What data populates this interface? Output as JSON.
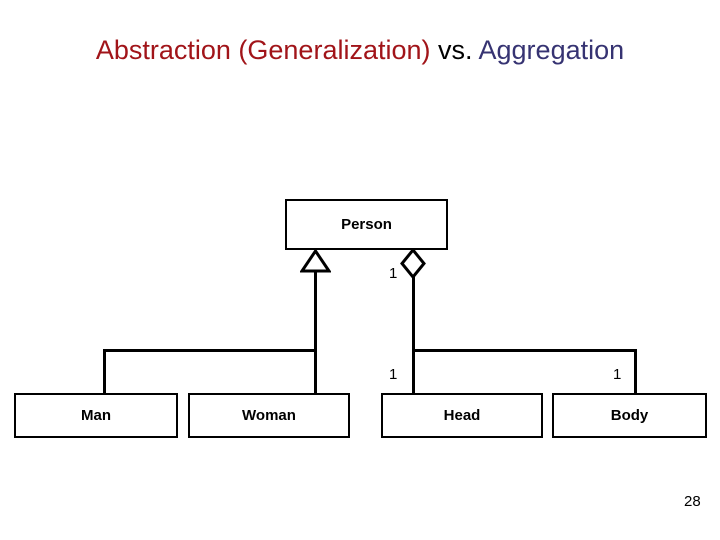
{
  "slide": {
    "page_number": "28",
    "title": {
      "part_abstraction": "Abstraction (Generalization)",
      "part_vs": " vs. ",
      "part_aggregation": "Aggregation",
      "color_abstraction": "#A11419",
      "color_vs": "#000000",
      "color_aggregation": "#363372"
    }
  },
  "diagram": {
    "type": "uml-class-diagram",
    "boxes": [
      {
        "id": "person",
        "label": "Person"
      },
      {
        "id": "man",
        "label": "Man"
      },
      {
        "id": "woman",
        "label": "Woman"
      },
      {
        "id": "head",
        "label": "Head"
      },
      {
        "id": "body",
        "label": "Body"
      }
    ],
    "relations": [
      {
        "kind": "generalization",
        "parent": "Person",
        "children": [
          "Man",
          "Woman"
        ],
        "marker": "hollow-triangle"
      },
      {
        "kind": "aggregation",
        "whole": "Person",
        "parts": [
          "Head",
          "Body"
        ],
        "marker": "hollow-diamond"
      }
    ],
    "multiplicities": {
      "person_side": "1",
      "head_side": "1",
      "body_side": "1"
    },
    "line_color": "#000000",
    "box_fill": "#FFFFFF"
  }
}
